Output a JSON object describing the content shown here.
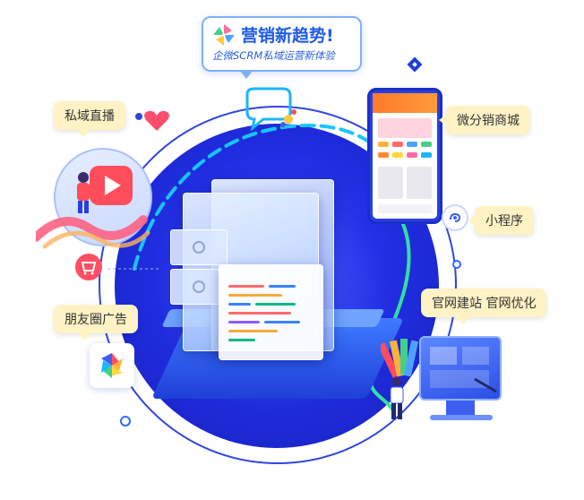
{
  "banner": {
    "title": "营销新趋势!",
    "subtitle": "企微SCRM私域运营新体验"
  },
  "labels": {
    "live": "私域直播",
    "moments_ads": "朋友圈广告",
    "distribution_mall": "微分销商城",
    "mini_program": "小程序",
    "website": "官网建站 官网优化"
  },
  "icons": {
    "banner": "pinwheel-icon",
    "live": "play-icon",
    "cart": "cart-icon",
    "moments": "camera-aperture-icon",
    "mini_program": "link-icon",
    "chat": "chat-bubble-icon",
    "heart": "heart-icon"
  },
  "colors": {
    "primary_blue": "#1f2cdd",
    "bubble_bg": "#fff2c4",
    "banner_text": "#1f5be8",
    "accent_red": "#ff4d5c",
    "accent_orange": "#ff8a30"
  }
}
